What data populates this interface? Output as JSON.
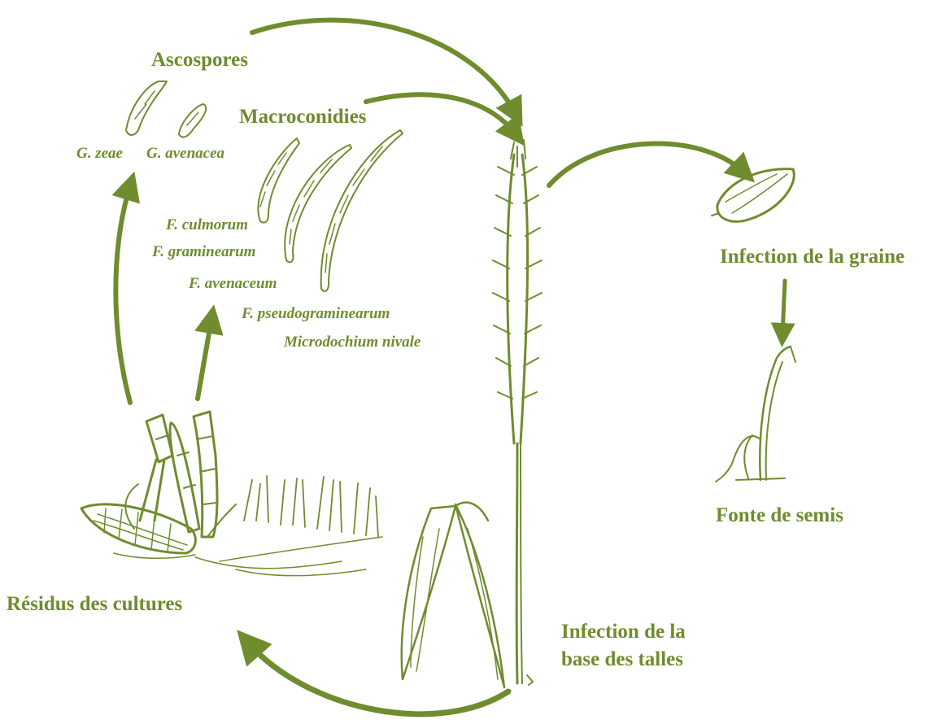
{
  "diagram": {
    "accent_color": "#6f8c2e",
    "labels": {
      "ascospores": "Ascospores",
      "macroconidies": "Macroconidies",
      "g_zeae": "G. zeae",
      "g_avenacea": "G. avenacea",
      "f_culmorum": "F. culmorum",
      "f_graminearum": "F. graminearum",
      "f_avenaceum": "F. avenaceum",
      "f_pseudograminearum": "F. pseudograminearum",
      "microdochium_nivale": "Microdochium nivale",
      "infection_graine": "Infection de la graine",
      "fonte_semis": "Fonte de semis",
      "residus_cultures": "Résidus des cultures",
      "infection_base_line1": "Infection de la",
      "infection_base_line2": "base des talles"
    }
  }
}
